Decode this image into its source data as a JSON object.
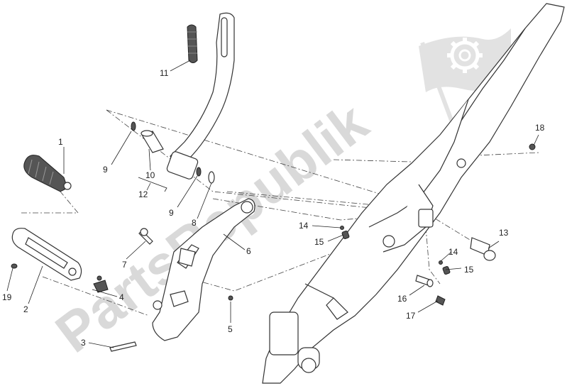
{
  "watermark": {
    "text": "PartsRepublik"
  },
  "callouts": [
    {
      "id": "1",
      "text": "1"
    },
    {
      "id": "2",
      "text": "2"
    },
    {
      "id": "3",
      "text": "3"
    },
    {
      "id": "4",
      "text": "4"
    },
    {
      "id": "5",
      "text": "5"
    },
    {
      "id": "6",
      "text": "6"
    },
    {
      "id": "7",
      "text": "7"
    },
    {
      "id": "8",
      "text": "8"
    },
    {
      "id": "9a",
      "text": "9"
    },
    {
      "id": "9b",
      "text": "9"
    },
    {
      "id": "10",
      "text": "10"
    },
    {
      "id": "11",
      "text": "11"
    },
    {
      "id": "12",
      "text": "12"
    },
    {
      "id": "13",
      "text": "13"
    },
    {
      "id": "14a",
      "text": "14"
    },
    {
      "id": "14b",
      "text": "14"
    },
    {
      "id": "15a",
      "text": "15"
    },
    {
      "id": "15b",
      "text": "15"
    },
    {
      "id": "16",
      "text": "16"
    },
    {
      "id": "17",
      "text": "17"
    },
    {
      "id": "18",
      "text": "18"
    },
    {
      "id": "19",
      "text": "19"
    }
  ],
  "colors": {
    "watermark": "#d9d9d9",
    "line": "#333333",
    "background": "#ffffff"
  }
}
